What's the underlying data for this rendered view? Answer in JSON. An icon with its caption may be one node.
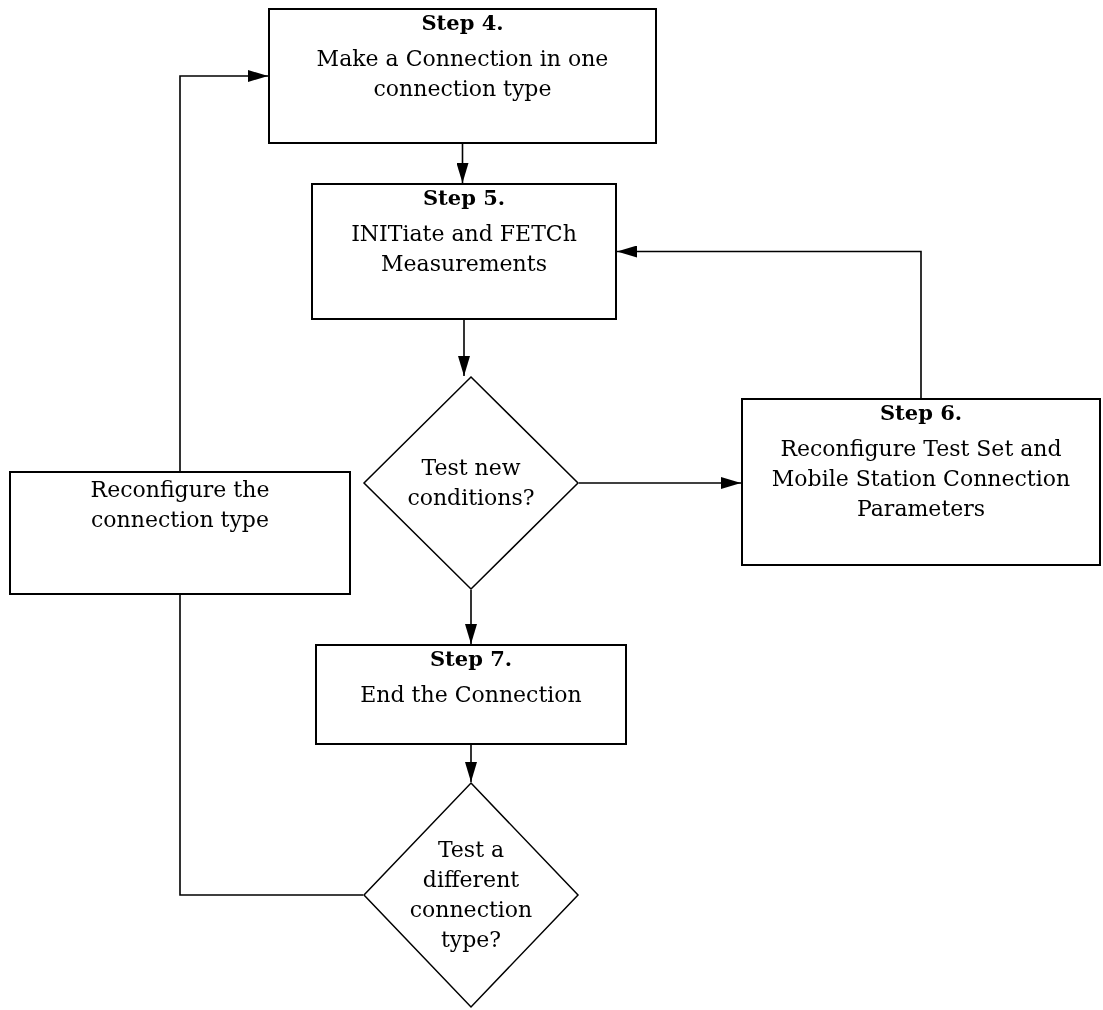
{
  "diagram": {
    "nodes": [
      {
        "text": [
          "Step 4.",
          "Make a Connection in one connection type"
        ]
      },
      {
        "text": [
          "Step 5.",
          "INITiate and FETCh Measurements"
        ]
      },
      {
        "text": [
          "Test new conditions?"
        ]
      },
      {
        "text": [
          "Step 6.",
          "Reconfigure Test Set and Mobile Station Connection Parameters"
        ]
      },
      {
        "text": [
          "Reconfigure the connection type"
        ]
      },
      {
        "text": [
          "Step 7.",
          "End the Connection"
        ]
      },
      {
        "text": [
          "Test a different connection type?"
        ]
      }
    ],
    "edges": [
      {
        "from": 0,
        "to": 1,
        "arrow": "to"
      },
      {
        "from": 1,
        "to": 2,
        "arrow": "to"
      },
      {
        "from": 2,
        "to": 3,
        "arrow": "to"
      },
      {
        "from": 3,
        "to": 1,
        "arrow": "to"
      },
      {
        "from": 2,
        "to": 5,
        "arrow": "to"
      },
      {
        "from": 5,
        "to": 6,
        "arrow": "to"
      },
      {
        "from": 6,
        "to": 4,
        "arrow": "none"
      },
      {
        "from": 4,
        "to": 0,
        "arrow": "to"
      }
    ]
  }
}
